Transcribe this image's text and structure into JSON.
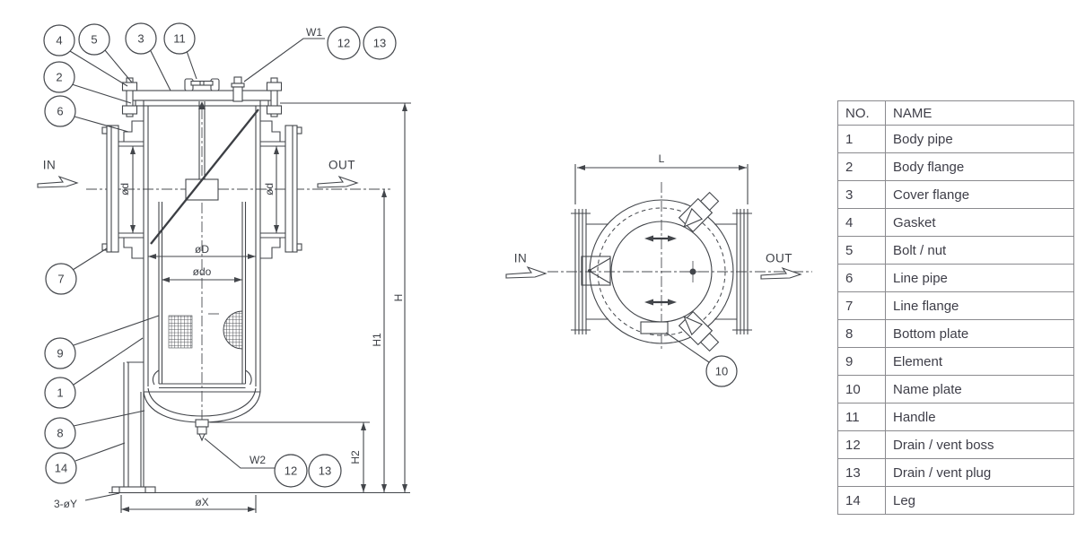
{
  "front_view": {
    "balloons": {
      "n4": "4",
      "n5": "5",
      "n3": "3",
      "n11": "11",
      "n12_top": "12",
      "n13_top": "13",
      "n2": "2",
      "n6": "6",
      "n7": "7",
      "n9": "9",
      "n1": "1",
      "n8": "8",
      "n14": "14",
      "n12_bottom": "12",
      "n13_bottom": "13"
    },
    "weld_labels": {
      "w1": "W1",
      "w2": "W2"
    },
    "flow_labels": {
      "in": "IN",
      "out": "OUT"
    },
    "dimensions": {
      "h": "H",
      "h1": "H1",
      "h2": "H2",
      "d_small": "ød",
      "d_big": "øD",
      "d_basket": "ødo",
      "x": "øX",
      "leg_holes": "3-øY"
    }
  },
  "top_view": {
    "balloon_10": "10",
    "flow_labels": {
      "in": "IN",
      "out": "OUT"
    },
    "dimensions": {
      "l": "L"
    }
  },
  "parts_table": {
    "headers": {
      "no": "NO.",
      "name": "NAME"
    },
    "rows": [
      {
        "no": "1",
        "name": "Body pipe"
      },
      {
        "no": "2",
        "name": "Body flange"
      },
      {
        "no": "3",
        "name": "Cover flange"
      },
      {
        "no": "4",
        "name": "Gasket"
      },
      {
        "no": "5",
        "name": "Bolt / nut"
      },
      {
        "no": "6",
        "name": "Line pipe"
      },
      {
        "no": "7",
        "name": "Line flange"
      },
      {
        "no": "8",
        "name": "Bottom plate"
      },
      {
        "no": "9",
        "name": "Element"
      },
      {
        "no": "10",
        "name": "Name plate"
      },
      {
        "no": "11",
        "name": "Handle"
      },
      {
        "no": "12",
        "name": "Drain / vent boss"
      },
      {
        "no": "13",
        "name": "Drain / vent plug"
      },
      {
        "no": "14",
        "name": "Leg"
      }
    ]
  }
}
